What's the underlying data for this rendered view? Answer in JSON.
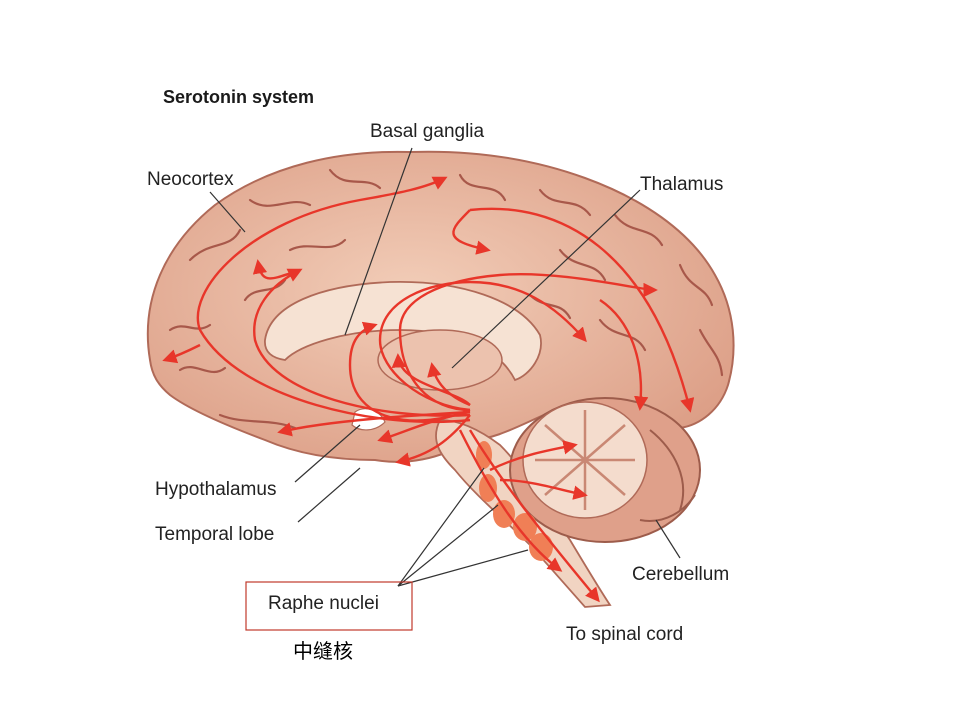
{
  "diagram": {
    "title": "Serotonin system",
    "labels": {
      "basal_ganglia": "Basal ganglia",
      "neocortex": "Neocortex",
      "thalamus": "Thalamus",
      "hypothalamus": "Hypothalamus",
      "temporal_lobe": "Temporal lobe",
      "raphe_nuclei": "Raphe nuclei",
      "cerebellum": "Cerebellum",
      "spinal_cord": "To spinal cord"
    },
    "annotation_cn": "中缝核",
    "colors": {
      "brain_fill": "#e8b49c",
      "brain_outline": "#b06a58",
      "pathway": "#e8362a",
      "raphe": "#f07f56",
      "highlight_box": "#c0392b"
    }
  }
}
